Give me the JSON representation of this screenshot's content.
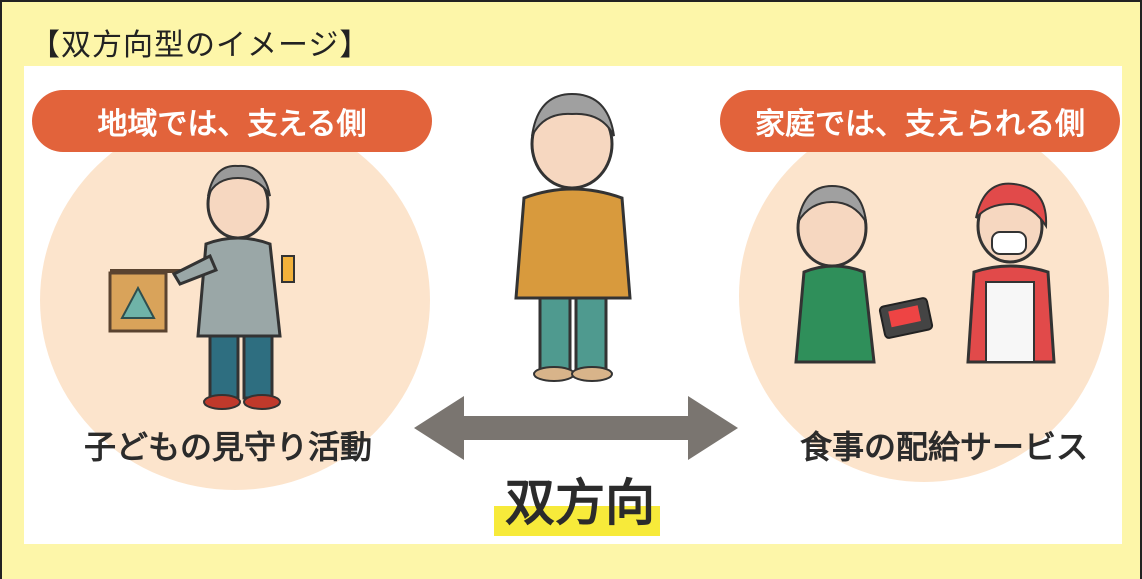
{
  "heading": "【双方向型のイメージ】",
  "left_panel": {
    "pill": "地域では、支える側",
    "caption": "子どもの見守り活動"
  },
  "right_panel": {
    "pill": "家庭では、支えられる側",
    "caption": "食事の配給サービス"
  },
  "center": {
    "word": "双方向"
  },
  "colors": {
    "background": "#fdf6a9",
    "panel": "#ffffff",
    "circle": "#fce4cc",
    "pill": "#e2633b",
    "arrow": "#7a7570",
    "highlight": "#f7ea3a"
  }
}
